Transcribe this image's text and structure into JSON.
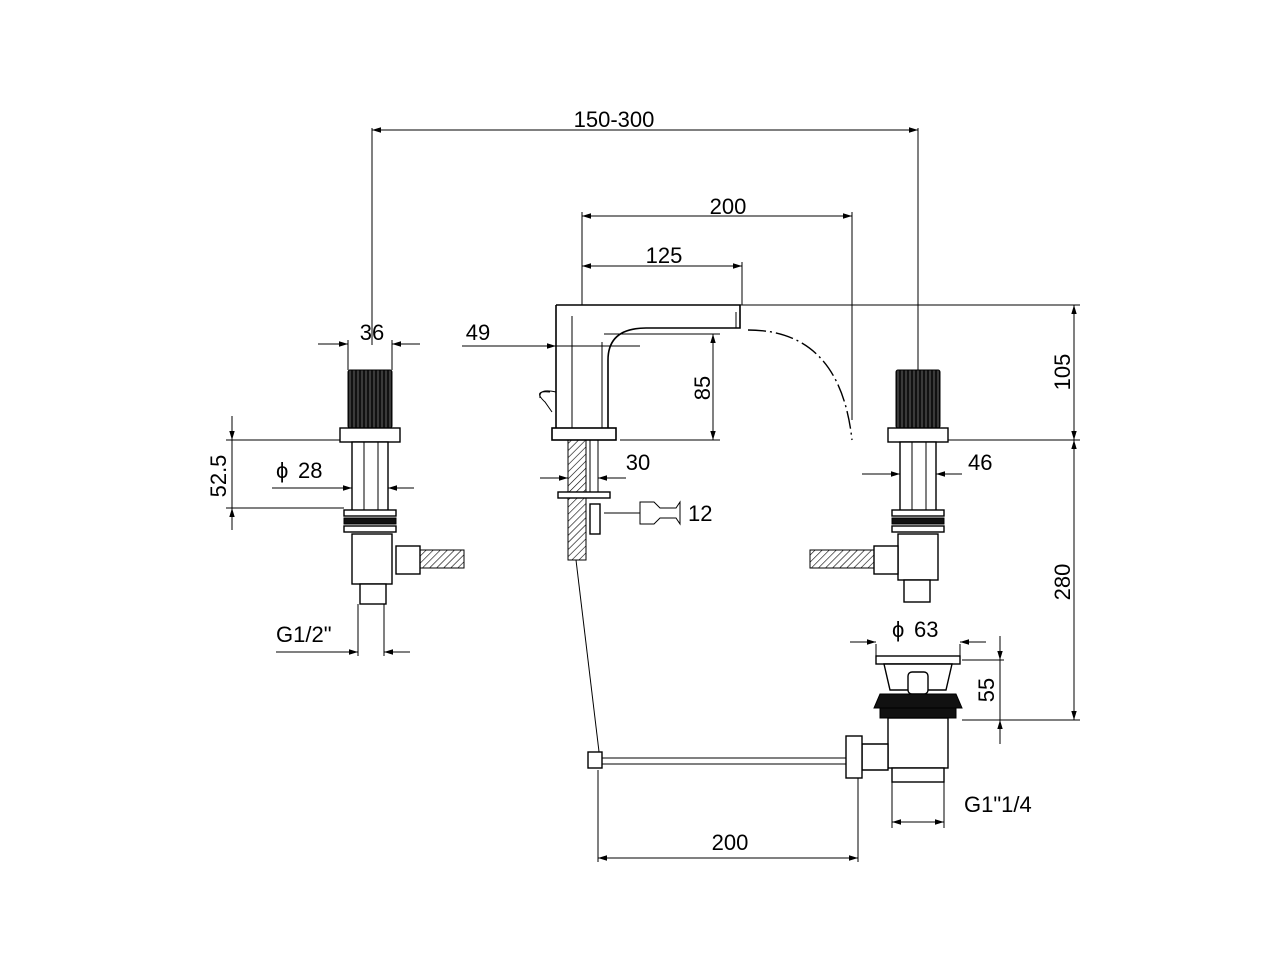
{
  "colors": {
    "line": "#000000",
    "background": "#ffffff"
  },
  "dimensions": {
    "spread": "150-300",
    "spout_reach": "200",
    "spout_length": "125",
    "handle_width": "36",
    "spout_offset": "49",
    "spout_height": "85",
    "total_height": "105",
    "valve_height": "52.5",
    "valve_diameter": "28",
    "thread_diameter": "30",
    "wrench_size": "12",
    "flange_right": "46",
    "inlet_thread": "G1/2\"",
    "waste_diameter": "63",
    "waste_height": "55",
    "max_thickness": "280",
    "waste_thread": "G1\"1/4",
    "rod_length": "200"
  },
  "symbols": {
    "diameter": "ϕ",
    "wrench": "wrench-icon"
  }
}
